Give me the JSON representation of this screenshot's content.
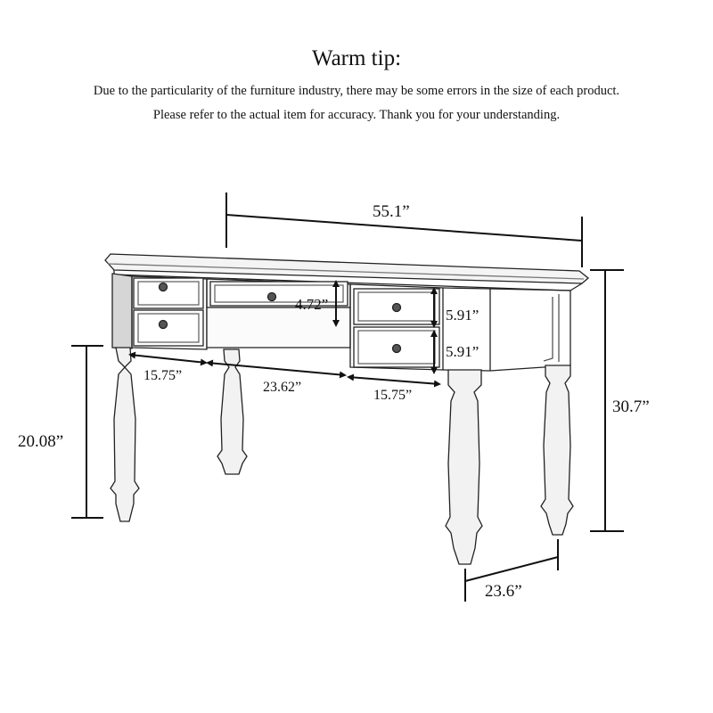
{
  "header": {
    "title": "Warm tip:",
    "note_line1": "Due to the particularity of the furniture industry, there may be some errors in the size of each product.",
    "note_line2": "Please refer to the actual item for accuracy. Thank you for your understanding."
  },
  "dimensions": {
    "total_width": "55.1”",
    "total_height": "30.7”",
    "depth": "23.6”",
    "knee_height": "20.08”",
    "center_drawer_height": "4.72”",
    "side_drawer_top_height": "5.91”",
    "side_drawer_bottom_height": "5.91”",
    "left_drawer_width": "15.75”",
    "center_width": "23.62”",
    "right_drawer_width": "15.75”"
  },
  "colors": {
    "line": "#111111",
    "shade": "#c9c9c9",
    "background": "#ffffff"
  }
}
